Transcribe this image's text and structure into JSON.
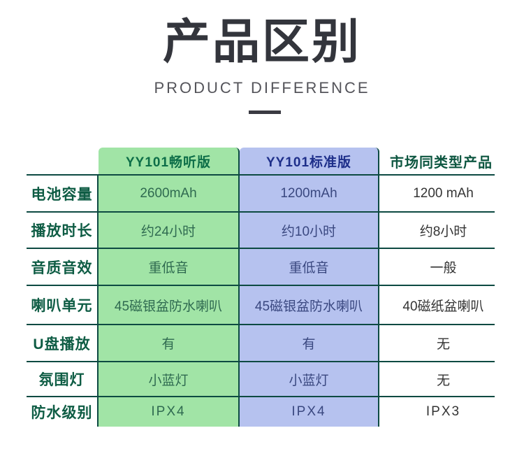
{
  "header": {
    "title": "产品区别",
    "subtitle": "PRODUCT DIFFERENCE"
  },
  "chart_data": {
    "type": "table",
    "title": "产品区别",
    "subtitle": "PRODUCT DIFFERENCE",
    "columns": [
      "",
      "YY101畅听版",
      "YY101标准版",
      "市场同类型产品"
    ],
    "rows": [
      [
        "电池容量",
        "2600mAh",
        "1200mAh",
        "1200 mAh"
      ],
      [
        "播放时长",
        "约24小时",
        "约10小时",
        "约8小时"
      ],
      [
        "音质音效",
        "重低音",
        "重低音",
        "一般"
      ],
      [
        "喇叭单元",
        "45磁银盆防水喇叭",
        "45磁银盆防水喇叭",
        "40磁纸盆喇叭"
      ],
      [
        "U盘播放",
        "有",
        "有",
        "无"
      ],
      [
        "氛围灯",
        "小蓝灯",
        "小蓝灯",
        "无"
      ],
      [
        "防水级别",
        "IPX4",
        "IPX4",
        "IPX3"
      ]
    ],
    "layout": {
      "column_variants": [
        "row-label",
        "green",
        "blue",
        "plain"
      ],
      "grid": "horizontal-lines-and-column-separators",
      "legend_position": "none"
    }
  },
  "colors": {
    "title": "#33353c",
    "subtitle": "#54545a",
    "divider": "#3a3a42",
    "grid_line": "#0d4a42",
    "green_fill": "#a1e4a6",
    "blue_fill": "#b6c2ef",
    "green_header_text": "#0d6e48",
    "blue_header_text": "#1e2f8a",
    "plain_header_text": "#0d5640",
    "label_text": "#0e5c44",
    "green_text": "#2f6a50",
    "blue_text": "#3a4880",
    "plain_text": "#343434"
  }
}
